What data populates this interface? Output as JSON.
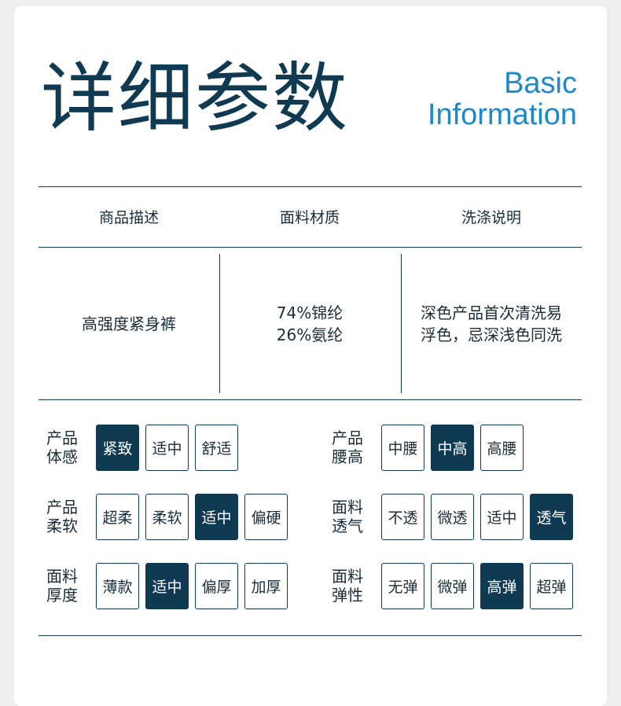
{
  "header": {
    "title_cn": "详细参数",
    "title_en_line1": "Basic",
    "title_en_line2": "Information"
  },
  "table": {
    "columns": [
      "商品描述",
      "面料材质",
      "洗涤说明"
    ],
    "description": "高强度紧身裤",
    "material": [
      "74%锦纶",
      "26%氨纶"
    ],
    "washing": [
      "深色产品首次清洗易",
      "浮色，忌深浅色同洗"
    ]
  },
  "attributes": [
    {
      "label": [
        "产品",
        "体感"
      ],
      "options": [
        "紧致",
        "适中",
        "舒适"
      ],
      "selected": 0
    },
    {
      "label": [
        "产品",
        "腰高"
      ],
      "options": [
        "中腰",
        "中高",
        "高腰"
      ],
      "selected": 1
    },
    {
      "label": [
        "产品",
        "柔软"
      ],
      "options": [
        "超柔",
        "柔软",
        "适中",
        "偏硬"
      ],
      "selected": 2
    },
    {
      "label": [
        "面料",
        "透气"
      ],
      "options": [
        "不透",
        "微透",
        "适中",
        "透气"
      ],
      "selected": 3
    },
    {
      "label": [
        "面料",
        "厚度"
      ],
      "options": [
        "薄款",
        "适中",
        "偏厚",
        "加厚"
      ],
      "selected": 1
    },
    {
      "label": [
        "面料",
        "弹性"
      ],
      "options": [
        "无弹",
        "微弹",
        "高弹",
        "超弹"
      ],
      "selected": 2
    }
  ],
  "colors": {
    "primary": "#0f3a52",
    "accent": "#1e88c8"
  }
}
